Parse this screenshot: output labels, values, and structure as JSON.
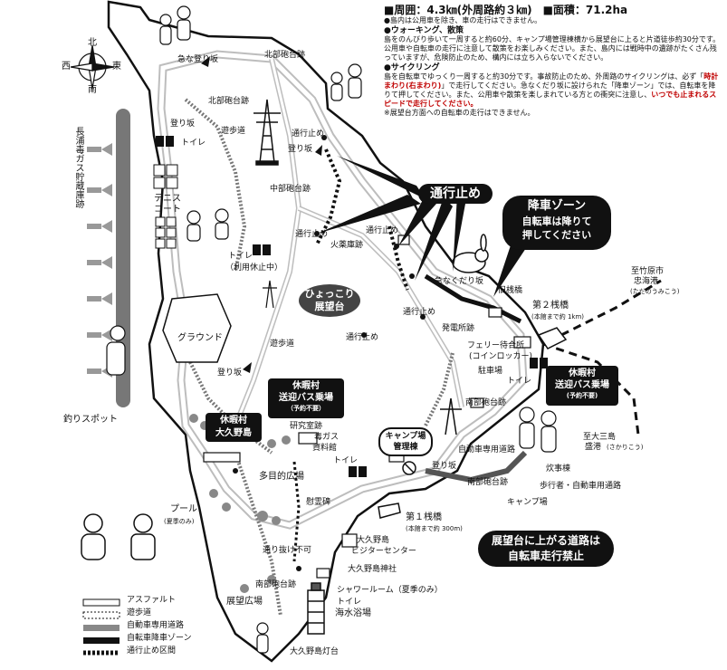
{
  "info": {
    "stats_circumference": "■周囲：4.3㎞(外周路約３㎞)　■面積：71.2ha",
    "note_vehicles": "●島内は公用車を除き、車の走行はできません。",
    "walking_title": "●ウォーキング、散策",
    "walking_text": "島をのんびり歩いて一周すると約60分、キャンプ場管理棟横から展望台に上ると片道徒歩約30分です。公用車や自転車の走行に注意して散策をお楽しみください。また、島内には戦時中の遺跡がたくさん残っていますが、危険防止のため、構内には立ち入らないでください。",
    "cycling_title": "●サイクリング",
    "cycling_text_1": "島を自転車でゆっくり一周すると約30分です。事故防止のため、外周路のサイクリングは、必ず「",
    "cycling_red_1": "時計まわり(右まわり)",
    "cycling_text_2": "」で走行してください。急なくだり坂に設けられた「降車ゾーン」では、自転車を降りて押してください。また、公用車や散策を楽しまれている方との衝突に注意し、",
    "cycling_red_2": "いつでも止まれるスピードで走行してください。",
    "cycling_note": "※展望台方面への自転車の走行はできません。"
  },
  "compass": {
    "n": "北",
    "s": "南",
    "e": "東",
    "w": "西"
  },
  "callouts": {
    "no_entry": "通行止め",
    "dismount_title": "降車ゾーン",
    "dismount_line1": "自転車は降りて",
    "dismount_line2": "押してください",
    "observatory_line1": "ひょっこり",
    "observatory_line2": "展望台",
    "bus_left_line1": "休暇村",
    "bus_left_line2": "送迎バス乗場",
    "bus_left_note": "（予約不要）",
    "bus_right_line1": "休暇村",
    "bus_right_line2": "送迎バス乗場",
    "bus_right_note": "(予約不要)",
    "resort_line1": "休暇村",
    "resort_line2": "大久野島",
    "bike_ban_line1": "展望台に上がる道路は",
    "bike_ban_line2": "自転車走行禁止",
    "camp_line1": "キャンプ場",
    "camp_line2": "管理棟"
  },
  "labels": {
    "steep_up_top": "急な登り坂",
    "north_battery": "北部砲台跡",
    "north_battery_2": "北部砲台跡",
    "uphill_1": "登り坂",
    "uphill_2": "登り坂",
    "uphill_3": "登り坂",
    "uphill_4": "登り坂",
    "path_1": "遊歩道",
    "path_2": "遊歩道",
    "toilet_1": "トイレ",
    "toilet_2": "トイレ",
    "toilet_2_note": "（利用休止中）",
    "toilet_3": "トイレ",
    "toilet_4": "トイレ",
    "tennis_1": "テニス",
    "tennis_2": "コート",
    "middle_battery": "中部砲台跡",
    "south_battery": "南部砲台跡",
    "south_battery_2": "南部砲台跡",
    "gas_storage": "長浦毒ガス貯蔵庫跡",
    "fishing": "釣りスポット",
    "ground": "グラウンド",
    "closed_1": "通行止め",
    "closed_2": "通行止め",
    "closed_3": "通行止め",
    "closed_4": "通行止め",
    "closed_5": "通行止め",
    "arsenal": "火薬庫跡",
    "steep_down": "急なくだり坂",
    "old_pier": "旧桟橋",
    "pier2": "第２桟橋",
    "pier2_note": "(本館まで約 1km)",
    "power_plant": "発電所跡",
    "ferry_1": "フェリー待合所",
    "ferry_2": "(コインロッカー)",
    "parking": "駐車場",
    "to_takehara_1": "至竹原市",
    "to_takehara_2": "忠海港",
    "to_takehara_3": "(ただのうみこう)",
    "to_omishima_1": "至大三島",
    "to_omishima_2": "盛港",
    "to_omishima_3": "(さかりこう)",
    "research": "研究室跡",
    "poison_gas_1": "毒ガス",
    "poison_gas_2": "資料館",
    "multi_plaza": "多目的広場",
    "car_road": "自動車専用道路",
    "cooking": "炊事棟",
    "ped_car": "歩行者・自動車用通路",
    "camp_site": "キャンプ場",
    "monument": "慰霊碑",
    "pool": "プール",
    "pool_note": "(夏季のみ)",
    "pier1": "第１桟橋",
    "pier1_note": "(本館まで約 300m)",
    "visitor_center_1": "大久野島",
    "visitor_center_2": "ビジターセンター",
    "shrine": "大久野島神社",
    "shower": "シャワールーム（夏季のみ）",
    "beach_toilet": "トイレ",
    "beach": "海水浴場",
    "closed_road": "通り抜け不可",
    "observation_plaza": "展望広場",
    "lighthouse": "大久野島灯台"
  },
  "legend": [
    {
      "label": "アスファルト",
      "style": "asphalt"
    },
    {
      "label": "遊歩道",
      "style": "trail"
    },
    {
      "label": "自動車専用道路",
      "style": "car"
    },
    {
      "label": "自転車降車ゾーン",
      "style": "dismount"
    },
    {
      "label": "通行止め区間",
      "style": "closed"
    }
  ],
  "colors": {
    "ink": "#111111",
    "land": "#ffffff",
    "sea": "#ffffff",
    "road": "#d9d9d9",
    "red": "#c00000"
  }
}
